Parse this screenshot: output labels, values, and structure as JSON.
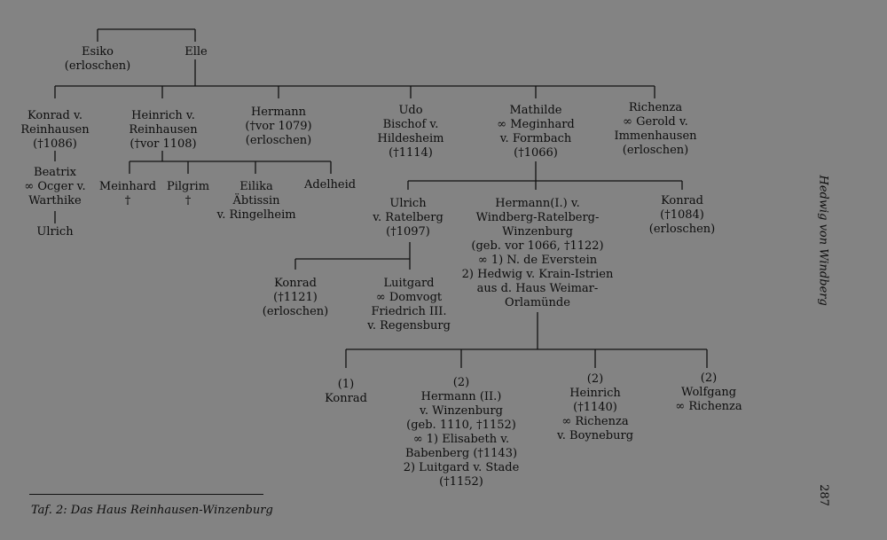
{
  "nodes": {
    "esiko": [
      "Esiko",
      "(erloschen)"
    ],
    "elle": [
      "Elle"
    ],
    "konrad_reinhausen": [
      "Konrad v.",
      "Reinhausen",
      "(†1086)"
    ],
    "heinrich_reinhausen": [
      "Heinrich v.",
      "Reinhausen",
      "(†vor 1108)"
    ],
    "hermann_1079": [
      "Hermann",
      "(†vor 1079)",
      "(erloschen)"
    ],
    "udo": [
      "Udo",
      "Bischof v.",
      "Hildesheim",
      "(†1114)"
    ],
    "mathilde": [
      "Mathilde",
      "∞ Meginhard",
      "v. Formbach",
      "(†1066)"
    ],
    "richenza_gerold": [
      "Richenza",
      "∞ Gerold v.",
      "Immenhausen",
      "(erloschen)"
    ],
    "beatrix": [
      "Beatrix",
      "∞ Ocger v.",
      "Warthike"
    ],
    "ulrich_beatrix": [
      "Ulrich"
    ],
    "meinhard": [
      "Meinhard",
      "†"
    ],
    "pilgrim": [
      "Pilgrim",
      "†"
    ],
    "eilika": [
      "Eilika",
      "Äbtissin",
      "v. Ringelheim"
    ],
    "adelheid": [
      "Adelheid"
    ],
    "ulrich_ratelberg": [
      "Ulrich",
      "v. Ratelberg",
      "(†1097)"
    ],
    "hermann_i": [
      "Hermann(I.) v.",
      "Windberg-Ratelberg-",
      "Winzenburg",
      "(geb. vor 1066, †1122)",
      "∞ 1) N. de Everstein",
      "2) Hedwig v. Krain-Istrien",
      "aus d. Haus Weimar-",
      "Orlamünde"
    ],
    "konrad_1084": [
      "Konrad",
      "(†1084)",
      "(erloschen)"
    ],
    "konrad_1121": [
      "Konrad",
      "(†1121)",
      "(erloschen)"
    ],
    "luitgard": [
      "Luitgard",
      "∞ Domvogt",
      "Friedrich III.",
      "v. Regensburg"
    ],
    "konrad_1": [
      "(1)",
      "Konrad"
    ],
    "hermann_ii": [
      "(2)",
      "Hermann (II.)",
      "v. Winzenburg",
      "(geb. 1110, †1152)",
      "∞ 1) Elisabeth v.",
      "Babenberg (†1143)",
      "2) Luitgard v. Stade",
      "(†1152)"
    ],
    "heinrich_1140": [
      "(2)",
      "Heinrich",
      "(†1140)",
      "∞ Richenza",
      "v. Boyneburg"
    ],
    "wolfgang": [
      "(2)",
      "Wolfgang",
      "∞ Richenza"
    ]
  },
  "caption": "Taf. 2: Das Haus Reinhausen-Winzenburg",
  "side_title": "Hedwig von Windberg",
  "page_number": "287"
}
